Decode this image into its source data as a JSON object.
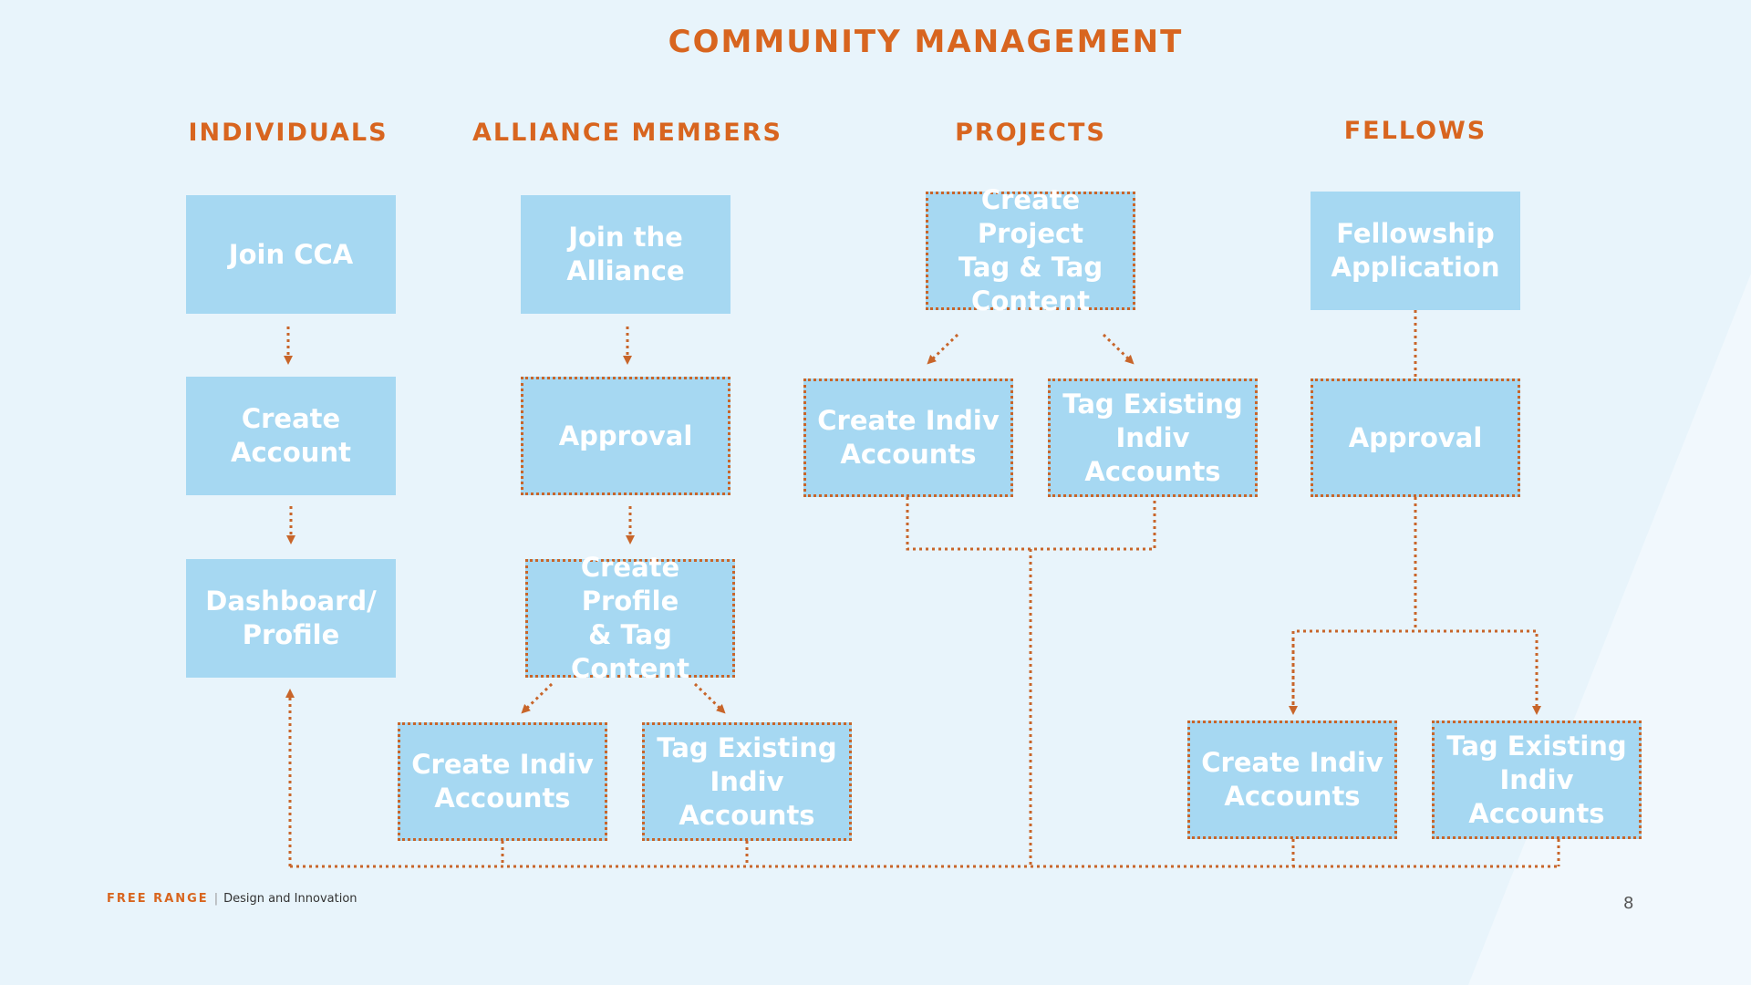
{
  "title": "COMMUNITY MANAGEMENT",
  "columns": {
    "individuals": "INDIVIDUALS",
    "alliance": "ALLIANCE MEMBERS",
    "projects": "PROJECTS",
    "fellows": "FELLOWS"
  },
  "nodes": {
    "join_cca": "Join CCA",
    "create_account": "Create\nAccount",
    "dashboard_profile": "Dashboard/\nProfile",
    "join_alliance": "Join the\nAlliance",
    "alliance_approval": "Approval",
    "create_profile_tag": "Create Profile\n& Tag Content",
    "alliance_create_indiv": "Create Indiv\nAccounts",
    "alliance_tag_existing": "Tag Existing\nIndiv\nAccounts",
    "create_project_tag": "Create Project\nTag & Tag\nContent",
    "projects_create_indiv": "Create Indiv\nAccounts",
    "projects_tag_existing": "Tag Existing\nIndiv\nAccounts",
    "fellowship_application": "Fellowship\nApplication",
    "fellows_approval": "Approval",
    "fellows_create_indiv": "Create Indiv\nAccounts",
    "fellows_tag_existing": "Tag Existing\nIndiv\nAccounts"
  },
  "footer": {
    "brand": "FREE RANGE",
    "separator": "|",
    "tagline": "Design and Innovation"
  },
  "page_number": "8",
  "colors": {
    "accent": "#d8651f",
    "node_fill": "#a6d8f2",
    "background": "#e8f4fb"
  }
}
